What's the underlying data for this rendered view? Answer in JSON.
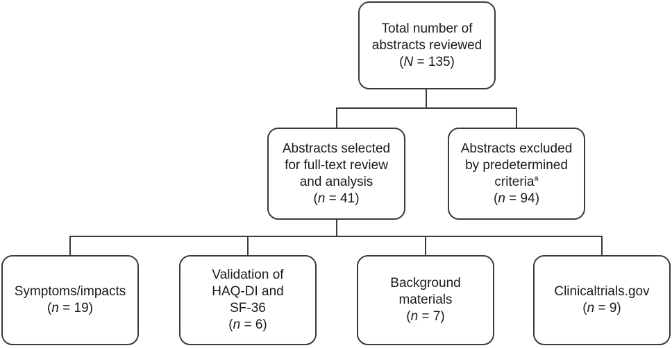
{
  "boxes": {
    "total": {
      "lines": [
        "Total number of",
        "abstracts reviewed"
      ],
      "count": {
        "sym": "N",
        "rest": " = 135"
      }
    },
    "selected": {
      "lines": [
        "Abstracts selected",
        "for full-text review",
        "and analysis"
      ],
      "count": {
        "sym": "n",
        "rest": " = 41"
      }
    },
    "excluded": {
      "lines": [
        "Abstracts excluded",
        "by predetermined"
      ],
      "criteria_word": "criteria",
      "footnote": "a",
      "count": {
        "sym": "n",
        "rest": " = 94"
      }
    },
    "symptoms": {
      "lines": [
        "Symptoms/impacts"
      ],
      "count": {
        "sym": "n",
        "rest": " = 19"
      }
    },
    "validation": {
      "lines": [
        "Validation of",
        "HAQ-DI and",
        "SF-36"
      ],
      "count": {
        "sym": "n",
        "rest": " = 6"
      }
    },
    "background": {
      "lines": [
        "Background",
        "materials"
      ],
      "count": {
        "sym": "n",
        "rest": " = 7"
      }
    },
    "clinical": {
      "lines": [
        "Clinicaltrials.gov"
      ],
      "count": {
        "sym": "n",
        "rest": " = 9"
      }
    }
  }
}
